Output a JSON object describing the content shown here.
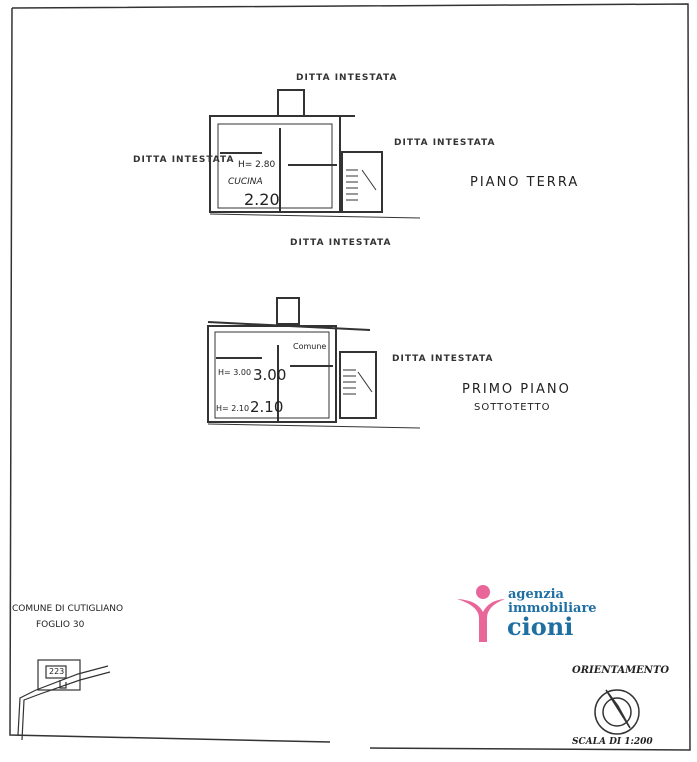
{
  "ground_floor": {
    "title": "PIANO TERRA",
    "neighbor_top": "DITTA INTESTATA",
    "neighbor_right": "DITTA INTESTATA",
    "neighbor_left": "DITTA INTESTATA",
    "neighbor_bottom": "DITTA INTESTATA",
    "room_height": "H= 2.80",
    "room_name": "CUCINA",
    "room_height_2": "2.20"
  },
  "first_floor": {
    "title": "PRIMO PIANO",
    "subtitle": "SOTTOTETTO",
    "neighbor_right": "DITTA INTESTATA",
    "common_label": "Comune",
    "height_1": "H= 3.00",
    "height_1_value": "3.00",
    "height_2": "H= 2.10",
    "height_2_value": "2.10"
  },
  "location": {
    "municipality": "COMUNE DI CUTIGLIANO",
    "sheet": "FOGLIO 30",
    "parcel": "223"
  },
  "logo": {
    "line1": "agenzia",
    "line2": "immobiliare",
    "line3": "cioni",
    "pink": "#e8669a",
    "blue": "#1f6fa3"
  },
  "orientation_label": "ORIENTAMENTO",
  "scale_label": "SCALA DI 1:200"
}
